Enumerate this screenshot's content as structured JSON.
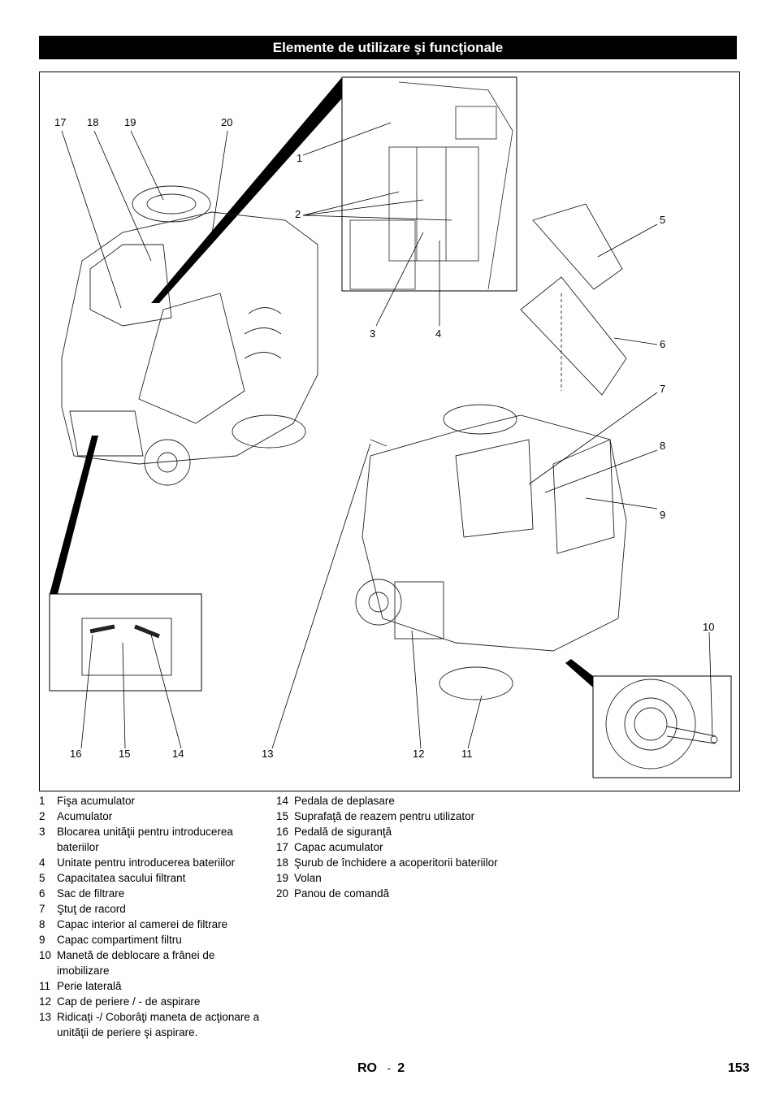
{
  "header": {
    "title": "Elemente de utilizare şi funcţionale"
  },
  "figure": {
    "callouts": [
      "1",
      "2",
      "3",
      "4",
      "5",
      "6",
      "7",
      "8",
      "9",
      "10",
      "11",
      "12",
      "13",
      "14",
      "15",
      "16",
      "17",
      "18",
      "19",
      "20"
    ]
  },
  "legend": {
    "left": [
      {
        "num": "1",
        "text": "Fişa acumulator"
      },
      {
        "num": "2",
        "text": "Acumulator"
      },
      {
        "num": "3",
        "text": "Blocarea unităţii pentru introducerea bateriilor"
      },
      {
        "num": "4",
        "text": "Unitate pentru introducerea bateriilor"
      },
      {
        "num": "5",
        "text": "Capacitatea sacului filtrant"
      },
      {
        "num": "6",
        "text": "Sac de filtrare"
      },
      {
        "num": "7",
        "text": "Ştuţ de racord"
      },
      {
        "num": "8",
        "text": "Capac interior al camerei de filtrare"
      },
      {
        "num": "9",
        "text": "Capac compartiment filtru"
      },
      {
        "num": "10",
        "text": "Manetă de deblocare a frânei de imobilizare"
      },
      {
        "num": "11",
        "text": "Perie laterală"
      },
      {
        "num": "12",
        "text": "Cap de periere / - de aspirare"
      },
      {
        "num": "13",
        "text": "Ridicaţi -/ Coborâţi maneta de acţionare a unităţii de periere şi aspirare."
      }
    ],
    "right": [
      {
        "num": "14",
        "text": "Pedala de deplasare"
      },
      {
        "num": "15",
        "text": "Suprafaţă de reazem pentru utilizator"
      },
      {
        "num": "16",
        "text": "Pedală de siguranţă"
      },
      {
        "num": "17",
        "text": "Capac acumulator"
      },
      {
        "num": "18",
        "text": "Şurub de închidere a acoperitorii bateriilor"
      },
      {
        "num": "19",
        "text": "Volan"
      },
      {
        "num": "20",
        "text": "Panou de comandă"
      }
    ]
  },
  "footer": {
    "code": "RO",
    "sep": "-",
    "page_ref": "2",
    "page_number": "153"
  }
}
